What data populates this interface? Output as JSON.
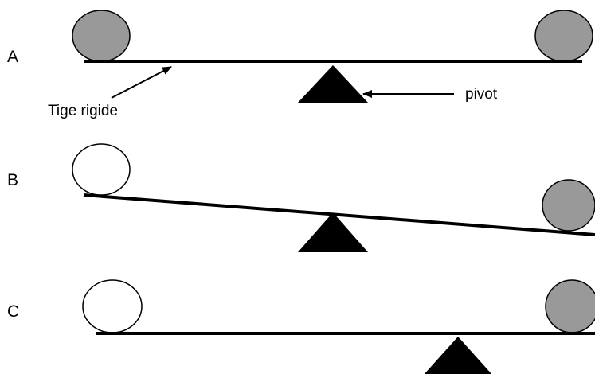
{
  "panels": [
    {
      "letter": "A",
      "left_ball": "heavy",
      "right_ball": "heavy"
    },
    {
      "letter": "B",
      "left_ball": "light",
      "right_ball": "heavy"
    },
    {
      "letter": "C",
      "left_ball": "light",
      "right_ball": "heavy"
    }
  ],
  "annotations": {
    "rod": "Tige rigide",
    "pivot": "pivot"
  },
  "colors": {
    "heavy_ball": "#999999",
    "light_ball": "#ffffff",
    "outline": "#000000",
    "rod": "#000000",
    "pivot": "#000000"
  }
}
